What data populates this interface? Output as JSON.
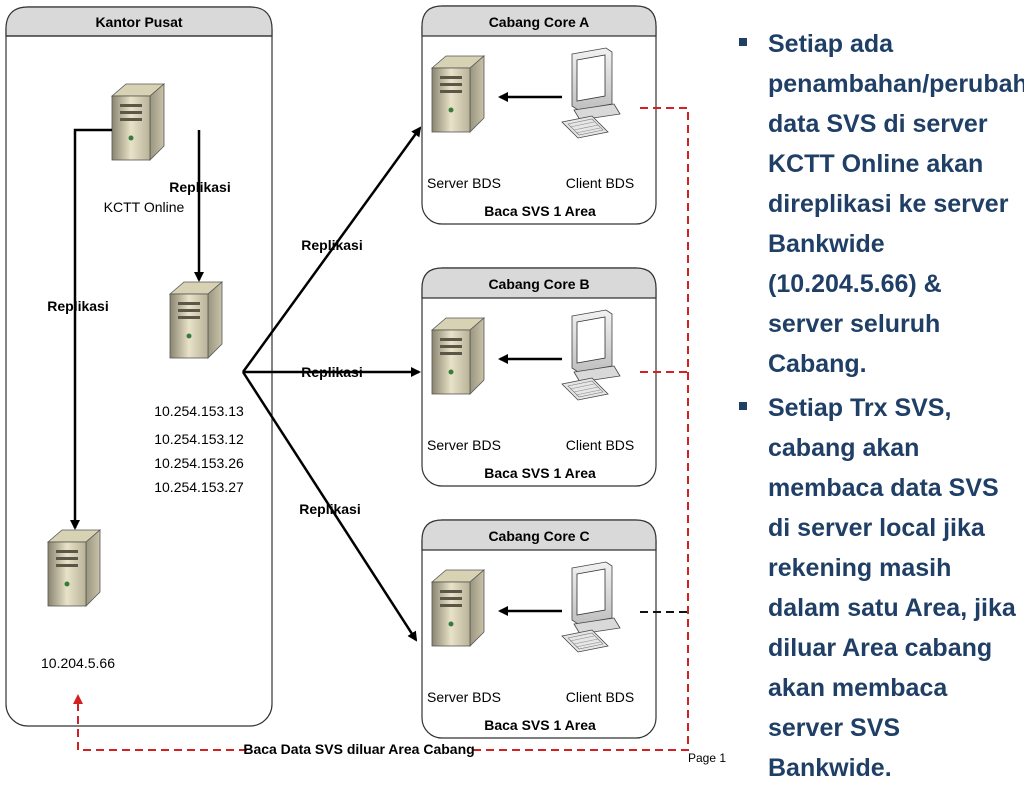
{
  "kantor_pusat": {
    "title": "Kantor Pusat",
    "kctt_label": "KCTT Online",
    "replikasi_inner": "Replikasi",
    "replikasi_left": "Replikasi",
    "server_ips": [
      "10.254.153.13",
      "10.254.153.12",
      "10.254.153.26",
      "10.254.153.27"
    ],
    "bankwide_ip": "10.204.5.66"
  },
  "replikasi_arrows": [
    "Replikasi",
    "Replikasi",
    "Replikasi"
  ],
  "branches": [
    {
      "title": "Cabang Core A",
      "server_label": "Server BDS",
      "client_label": "Client BDS",
      "caption": "Baca SVS 1 Area"
    },
    {
      "title": "Cabang Core B",
      "server_label": "Server BDS",
      "client_label": "Client BDS",
      "caption": "Baca SVS 1 Area"
    },
    {
      "title": "Cabang Core C",
      "server_label": "Server BDS",
      "client_label": "Client BDS",
      "caption": "Baca SVS 1 Area"
    }
  ],
  "bottom_link_label": "Baca Data SVS diluar Area Cabang",
  "page_label": "Page 1",
  "bullets": [
    "Setiap ada penambahan/perubahan data SVS di server KCTT Online akan direplikasi ke server Bankwide (10.204.5.66) & server seluruh Cabang.",
    "Setiap Trx SVS, cabang akan membaca data SVS di server local jika rekening masih dalam satu Area, jika diluar Area cabang akan membaca server SVS Bankwide."
  ],
  "colors": {
    "accent_text": "#1f3f66",
    "dashed_red": "#d32020",
    "dashed_black": "#111111",
    "panel_title_fill": "#d9d9d9",
    "panel_border": "#333333"
  },
  "icons": {
    "server": "server-icon",
    "client": "desktop-computer-icon"
  }
}
